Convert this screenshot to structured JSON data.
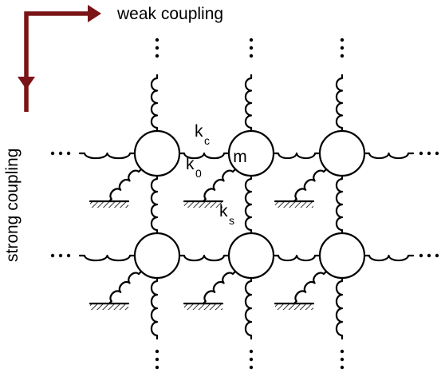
{
  "axes": {
    "horizontal_label": "weak coupling",
    "vertical_label": "strong coupling",
    "arrow_color": "#7a1416"
  },
  "labels": {
    "mass": "m",
    "kc_main": "k",
    "kc_sub": "c",
    "k0_main": "k",
    "k0_sub": "0",
    "ks_main": "k",
    "ks_sub": "s"
  },
  "ellipsis_glyph": "…"
}
